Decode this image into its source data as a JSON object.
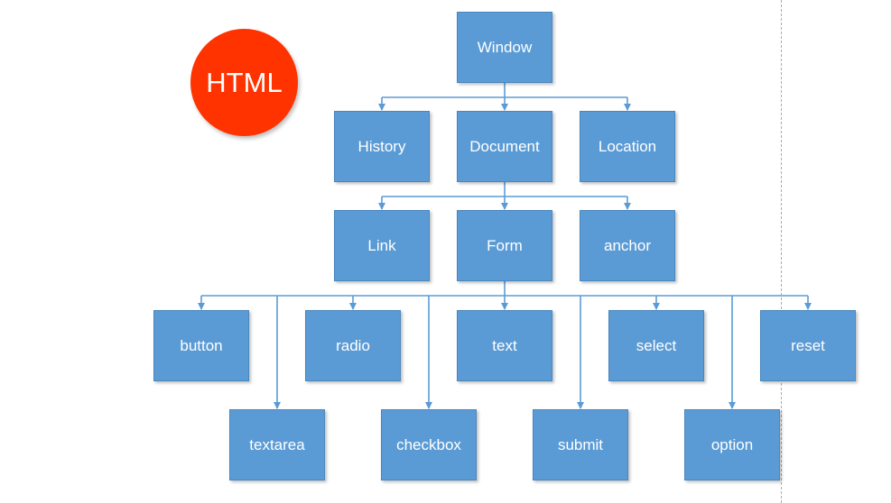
{
  "badge": {
    "label": "HTML",
    "color": "#ff3300"
  },
  "accent_color": "#5b9bd5",
  "line_color": "#5b9bd5",
  "nodes": {
    "window": "Window",
    "history": "History",
    "document": "Document",
    "location": "Location",
    "link": "Link",
    "form": "Form",
    "anchor": "anchor",
    "button": "button",
    "radio": "radio",
    "text": "text",
    "select": "select",
    "reset": "reset",
    "textarea": "textarea",
    "checkbox": "checkbox",
    "submit": "submit",
    "option": "option"
  },
  "edges": [
    [
      "window",
      "history"
    ],
    [
      "window",
      "document"
    ],
    [
      "window",
      "location"
    ],
    [
      "document",
      "link"
    ],
    [
      "document",
      "form"
    ],
    [
      "document",
      "anchor"
    ],
    [
      "form",
      "button"
    ],
    [
      "form",
      "radio"
    ],
    [
      "form",
      "text"
    ],
    [
      "form",
      "select"
    ],
    [
      "form",
      "reset"
    ],
    [
      "form",
      "textarea"
    ],
    [
      "form",
      "checkbox"
    ],
    [
      "form",
      "submit"
    ],
    [
      "form",
      "option"
    ]
  ]
}
